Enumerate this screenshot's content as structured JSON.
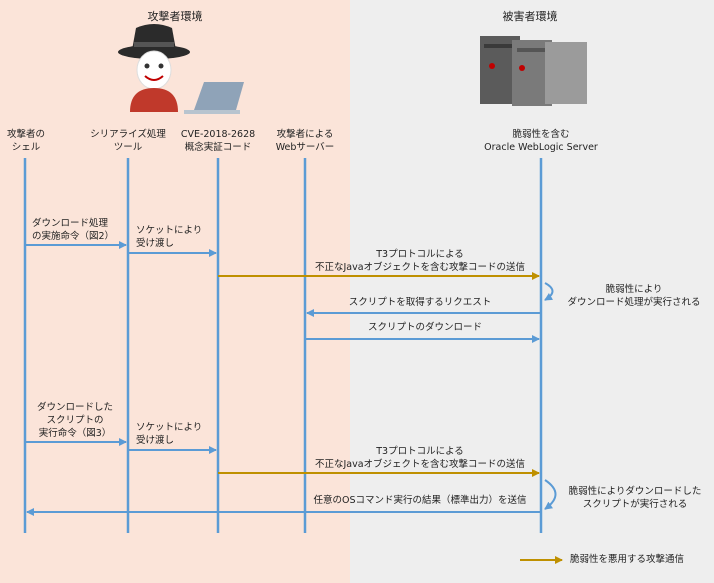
{
  "zones": {
    "attacker": "攻撃者環境",
    "victim": "被害者環境"
  },
  "lanes": [
    {
      "line1": "攻撃者の",
      "line2": "シェル"
    },
    {
      "line1": "シリアライズ処理",
      "line2": "ツール"
    },
    {
      "line1": "CVE-2018-2628",
      "line2": "概念実証コード"
    },
    {
      "line1": "攻撃者による",
      "line2": "Webサーバー"
    },
    {
      "line1": "脆弱性を含む",
      "line2": "Oracle WebLogic Server"
    }
  ],
  "messages": {
    "m1_l1": "ダウンロード処理",
    "m1_l2": "の実施命令（図2）",
    "m2_l1": "ソケットにより",
    "m2_l2": "受け渡し",
    "m3_l1": "T3プロトコルによる",
    "m3_l2": "不正なJavaオブジェクトを含む攻撃コードの送信",
    "self1_l1": "脆弱性により",
    "self1_l2": "ダウンロード処理が実行される",
    "m4": "スクリプトを取得するリクエスト",
    "m5": "スクリプトのダウンロード",
    "m6_l1": "ダウンロードした",
    "m6_l2": "スクリプトの",
    "m6_l3": "実行命令（図3）",
    "m7_l1": "ソケットにより",
    "m7_l2": "受け渡し",
    "m8_l1": "T3プロトコルによる",
    "m8_l2": "不正なJavaオブジェクトを含む攻撃コードの送信",
    "self2_l1": "脆弱性によりダウンロードした",
    "self2_l2": "スクリプトが実行される",
    "m9": "任意のOSコマンド実行の結果（標準出力）を送信"
  },
  "legend": {
    "label": "脆弱性を悪用する攻撃通信"
  },
  "colors": {
    "attacker_bg": "#fbe4d9",
    "victim_bg": "#eeeeee",
    "lifeline": "#5b9bd5",
    "attack_arrow": "#bf9000"
  }
}
